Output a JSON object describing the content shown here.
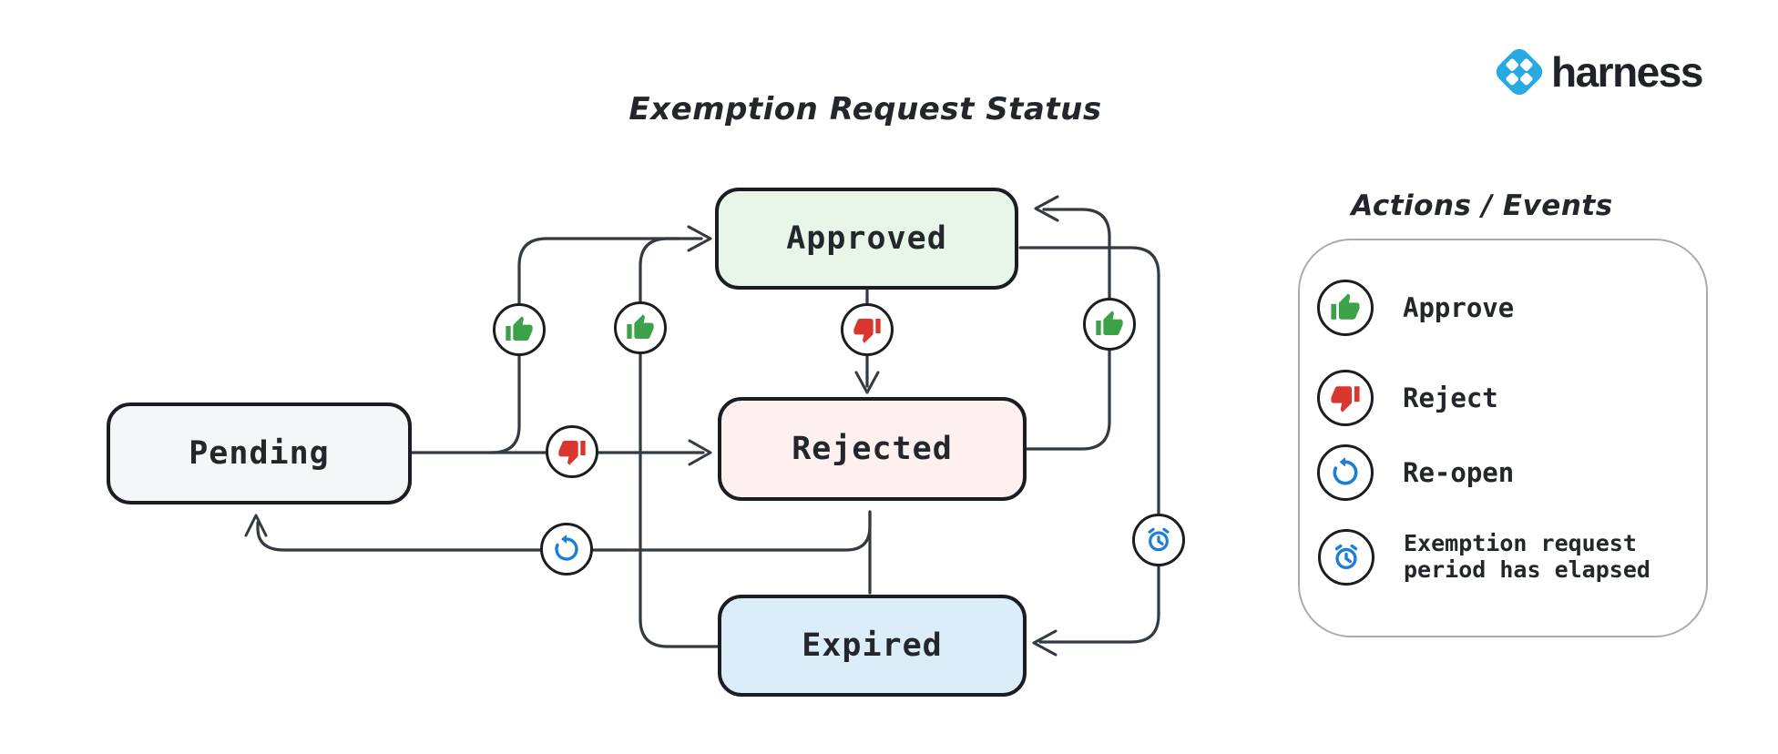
{
  "brand": {
    "name": "harness",
    "logo_color": "#27aae1"
  },
  "diagram": {
    "title": "Exemption Request Status",
    "states": [
      {
        "id": "pending",
        "label": "Pending",
        "fill": "#f4f6f8"
      },
      {
        "id": "approved",
        "label": "Approved",
        "fill": "#e8f5e9"
      },
      {
        "id": "rejected",
        "label": "Rejected",
        "fill": "#fdf0ee"
      },
      {
        "id": "expired",
        "label": "Expired",
        "fill": "#dcedfa"
      }
    ],
    "transitions": [
      {
        "from": "Pending",
        "to": "Approved",
        "action": "Approve"
      },
      {
        "from": "Pending",
        "to": "Rejected",
        "action": "Reject"
      },
      {
        "from": "Approved",
        "to": "Rejected",
        "action": "Reject"
      },
      {
        "from": "Rejected",
        "to": "Approved",
        "action": "Approve"
      },
      {
        "from": "Expired",
        "to": "Approved",
        "action": "Approve"
      },
      {
        "from": "Approved",
        "to": "Expired",
        "action": "Exemption request period has elapsed"
      },
      {
        "from": "Rejected",
        "to": "Pending",
        "action": "Re-open"
      },
      {
        "from": "Rejected",
        "to": "Expired",
        "action": ""
      }
    ]
  },
  "legend": {
    "title": "Actions / Events",
    "items": [
      {
        "icon": "thumbs-up-icon",
        "label": "Approve"
      },
      {
        "icon": "thumbs-down-icon",
        "label": "Reject"
      },
      {
        "icon": "reopen-icon",
        "label": "Re-open"
      },
      {
        "icon": "alarm-clock-icon",
        "label": "Exemption request period has elapsed"
      }
    ]
  },
  "colors": {
    "approve_green": "#3ca24a",
    "reject_red": "#d9372d",
    "action_blue": "#1c7ed6",
    "connector": "#343a41",
    "box_border": "#1a1d22",
    "legend_border": "#ababab"
  }
}
